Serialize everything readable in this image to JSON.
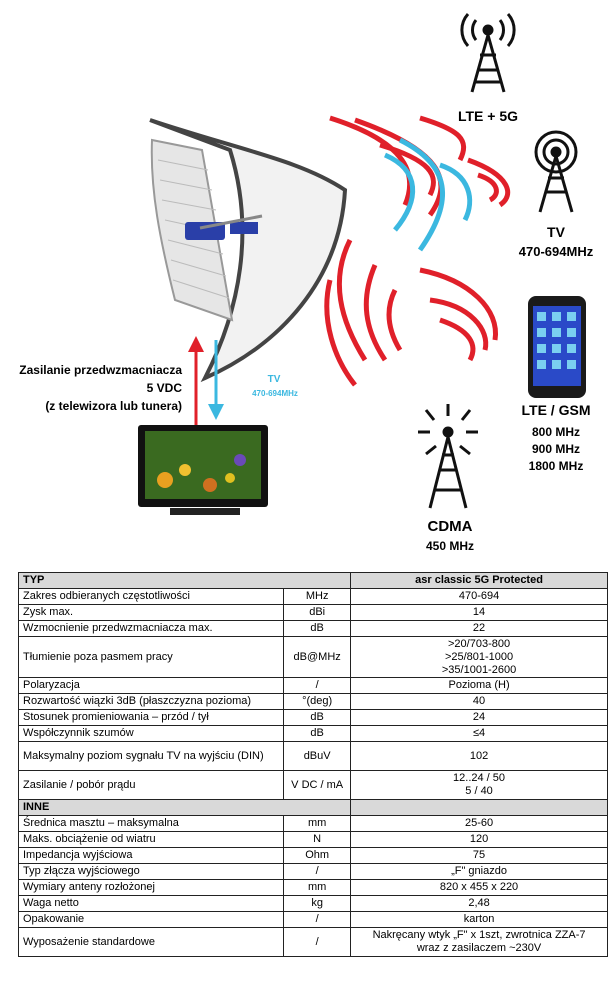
{
  "diagram": {
    "towers": [
      {
        "name": "LTE + 5G",
        "freqs": []
      },
      {
        "name": "TV",
        "freqs": [
          "470-694MHz"
        ]
      },
      {
        "name": "LTE / GSM",
        "freqs": [
          "800 MHz",
          "900 MHz",
          "1800 MHz"
        ]
      },
      {
        "name": "CDMA",
        "freqs": [
          "450 MHz"
        ]
      }
    ],
    "power_label": [
      "Zasilanie przedwzmacniacza",
      "5 VDC",
      "(z telewizora lub tunera)"
    ],
    "tv_signal_label": [
      "TV",
      "470-694MHz"
    ],
    "colors": {
      "red": "#e0202a",
      "cyan": "#3bb8e0",
      "antenna_blue": "#2a3fa8"
    }
  },
  "table": {
    "header": {
      "label": "TYP",
      "model": "asr classic 5G  Protected"
    },
    "rows": [
      {
        "label": "Zakres odbieranych częstotliwości",
        "unit": "MHz",
        "value": [
          "470-694"
        ]
      },
      {
        "label": "Zysk max.",
        "unit": "dBi",
        "value": [
          "14"
        ]
      },
      {
        "label": "Wzmocnienie przedwzmacniacza max.",
        "unit": "dB",
        "value": [
          "22"
        ]
      },
      {
        "label": "Tłumienie poza pasmem pracy",
        "unit": "dB@MHz",
        "value": [
          ">20/703-800",
          ">25/801-1000",
          ">35/1001-2600"
        ]
      },
      {
        "label": "Polaryzacja",
        "unit": "/",
        "value": [
          "Pozioma (H)"
        ]
      },
      {
        "label": "Rozwartość wiązki 3dB (płaszczyzna pozioma)",
        "unit": "°(deg)",
        "value": [
          "40"
        ]
      },
      {
        "label": "Stosunek promieniowania – przód / tył",
        "unit": "dB",
        "value": [
          "24"
        ]
      },
      {
        "label": "Współczynnik szumów",
        "unit": "dB",
        "value": [
          "≤4"
        ]
      },
      {
        "label": "Maksymalny poziom sygnału TV na wyjściu (DIN)",
        "unit": "dBuV",
        "value": [
          "102"
        ]
      },
      {
        "label": "Zasilanie / pobór prądu",
        "unit": "V DC / mA",
        "value": [
          "12..24 / 50",
          "5 / 40"
        ]
      }
    ],
    "section2": "INNE",
    "rows2": [
      {
        "label": "Średnica masztu – maksymalna",
        "unit": "mm",
        "value": [
          "25-60"
        ]
      },
      {
        "label": "Maks. obciążenie od wiatru",
        "unit": "N",
        "value": [
          "120"
        ]
      },
      {
        "label": "Impedancja wyjściowa",
        "unit": "Ohm",
        "value": [
          "75"
        ]
      },
      {
        "label": "Typ złącza wyjściowego",
        "unit": "/",
        "value": [
          "„F\" gniazdo"
        ]
      },
      {
        "label": "Wymiary anteny rozłożonej",
        "unit": "mm",
        "value": [
          "820 x 455 x 220"
        ]
      },
      {
        "label": "Waga netto",
        "unit": "kg",
        "value": [
          "2,48"
        ]
      },
      {
        "label": "Opakowanie",
        "unit": "/",
        "value": [
          "karton"
        ]
      },
      {
        "label": "Wyposażenie standardowe",
        "unit": "/",
        "value": [
          "Nakręcany wtyk „F\" x 1szt, zwrotnica ZZA-7",
          "wraz z zasilaczem ~230V"
        ]
      }
    ]
  }
}
